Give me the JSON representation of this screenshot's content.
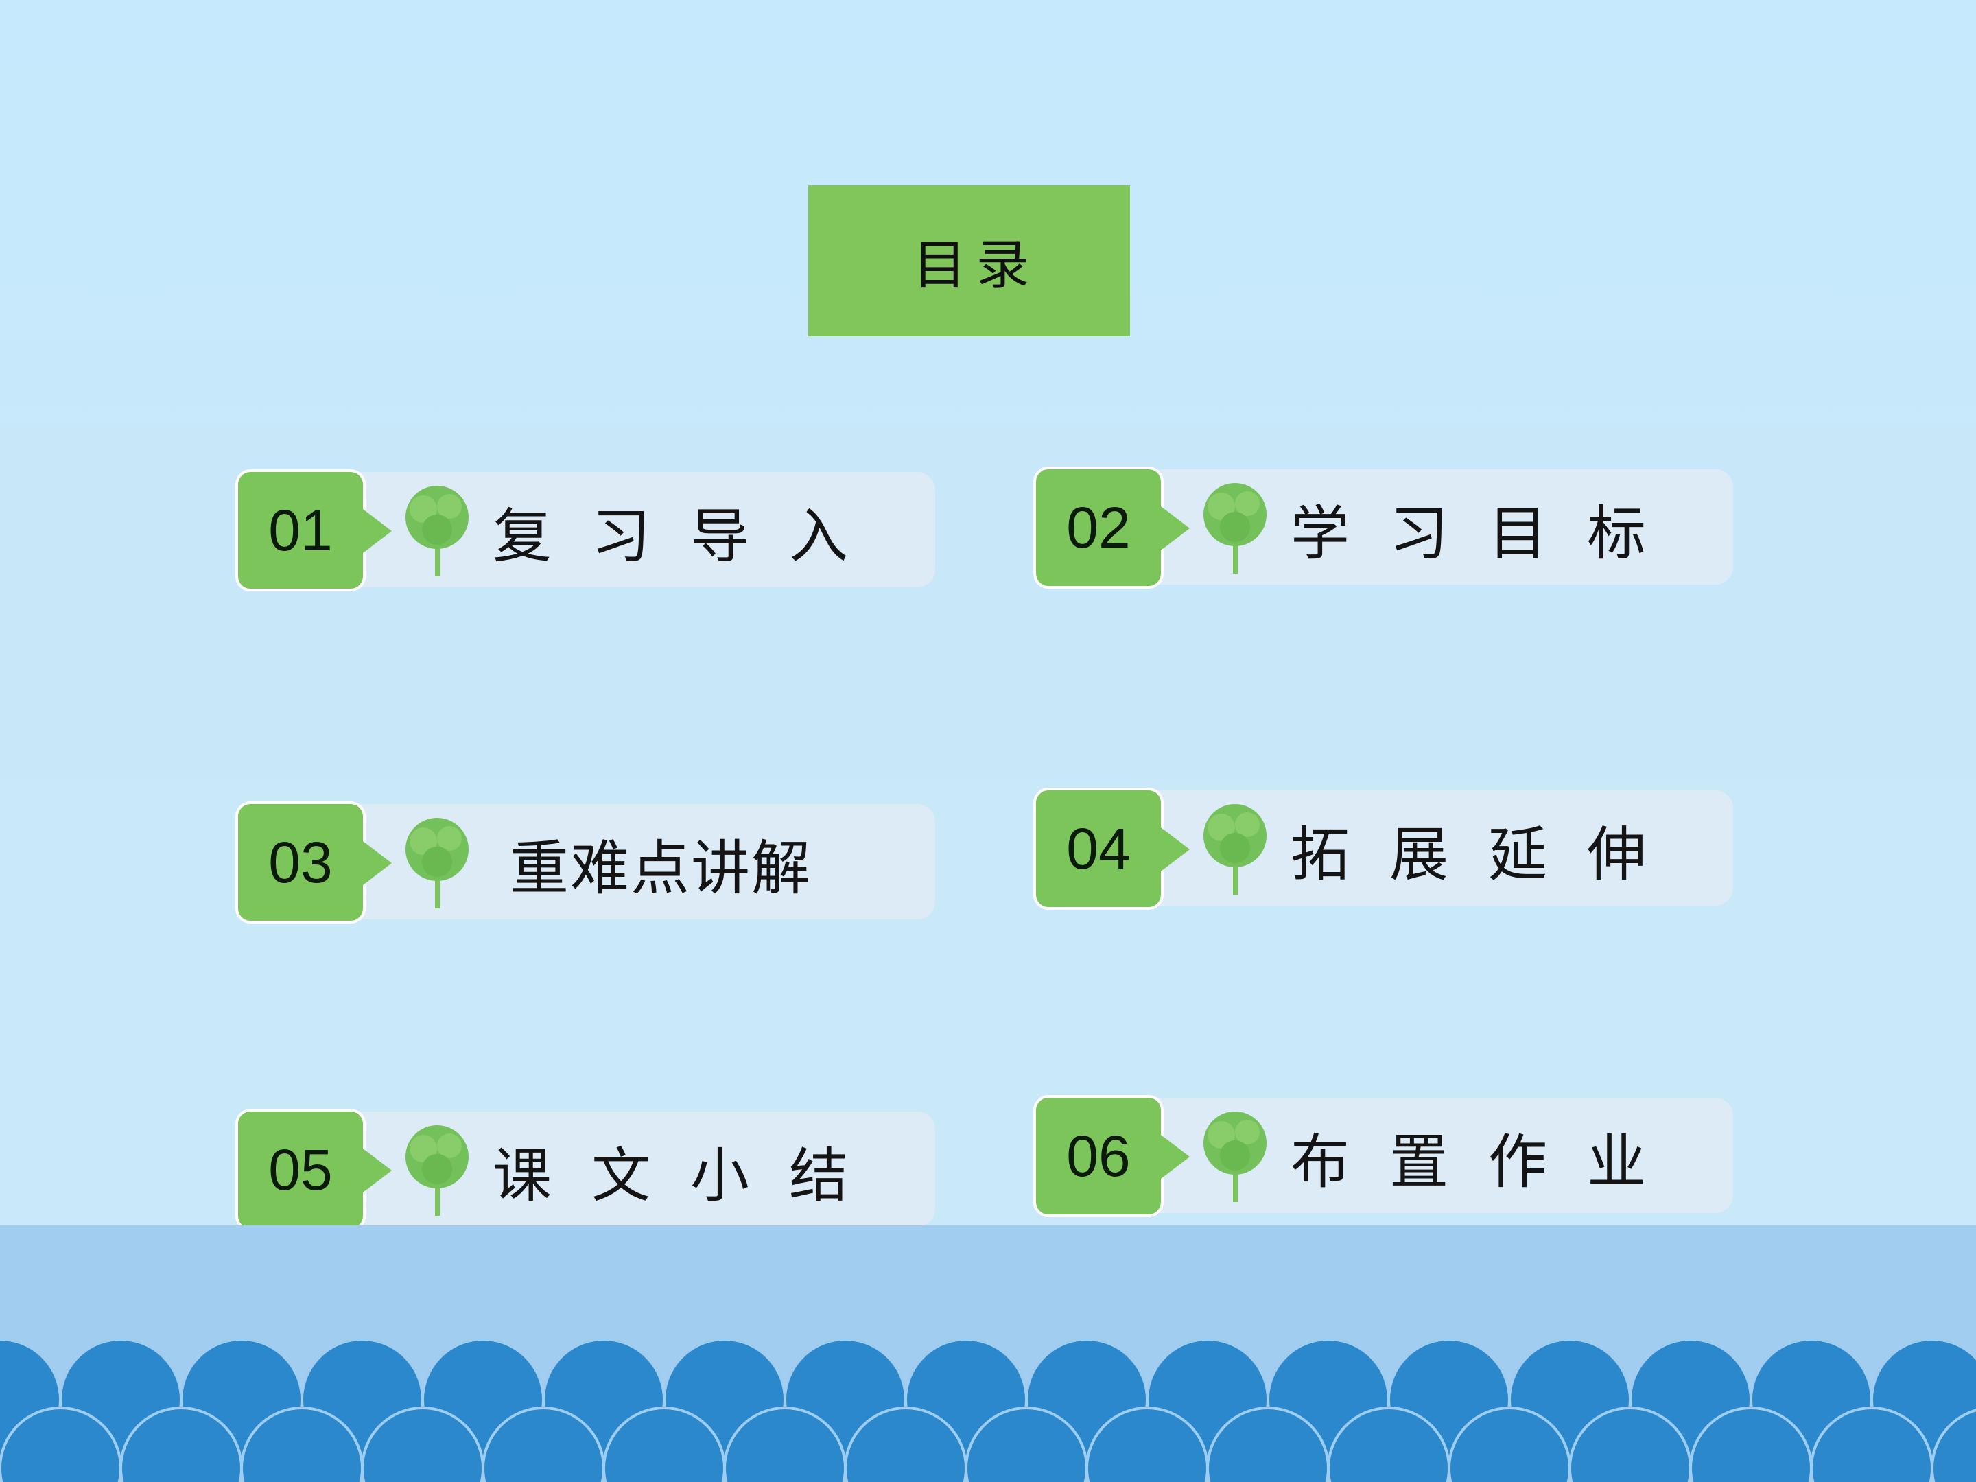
{
  "title": "目录",
  "items": [
    {
      "num": "01",
      "label": "复习导入"
    },
    {
      "num": "02",
      "label": "学习目标"
    },
    {
      "num": "03",
      "label": "重难点讲解"
    },
    {
      "num": "04",
      "label": "拓展延伸"
    },
    {
      "num": "05",
      "label": "课文小结"
    },
    {
      "num": "06",
      "label": "布置作业"
    }
  ],
  "colors": {
    "background": "#c6e9fd",
    "accent_green": "#80c65a",
    "bar": "#dcebf6",
    "ground": "#a1cdf0",
    "waves": "#2b88cc"
  },
  "icons": [
    "tree-icon"
  ]
}
